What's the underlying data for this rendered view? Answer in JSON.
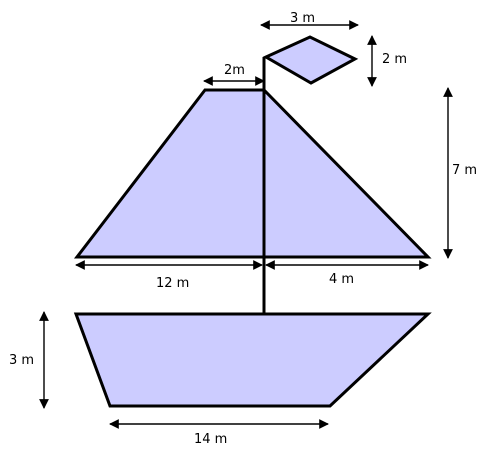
{
  "colors": {
    "shape_fill": "#ccccff",
    "outline": "#000000",
    "background": "#ffffff"
  },
  "labels": {
    "flag_width": "3 m",
    "flag_height": "2 m",
    "sail_top": "2m",
    "sail_height": "7 m",
    "sail_left_base": "12 m",
    "sail_right_base": "4 m",
    "hull_height": "3 m",
    "hull_base": "14 m"
  }
}
